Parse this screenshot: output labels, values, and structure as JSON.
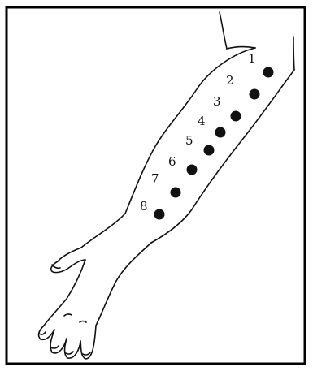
{
  "diagram": {
    "subject": "forearm-and-hand-line-drawing",
    "points": [
      {
        "label": "1"
      },
      {
        "label": "2"
      },
      {
        "label": "3"
      },
      {
        "label": "4"
      },
      {
        "label": "5"
      },
      {
        "label": "6"
      },
      {
        "label": "7"
      },
      {
        "label": "8"
      }
    ]
  },
  "colors": {
    "ink": "#111111",
    "border": "#000000",
    "background": "#ffffff"
  }
}
